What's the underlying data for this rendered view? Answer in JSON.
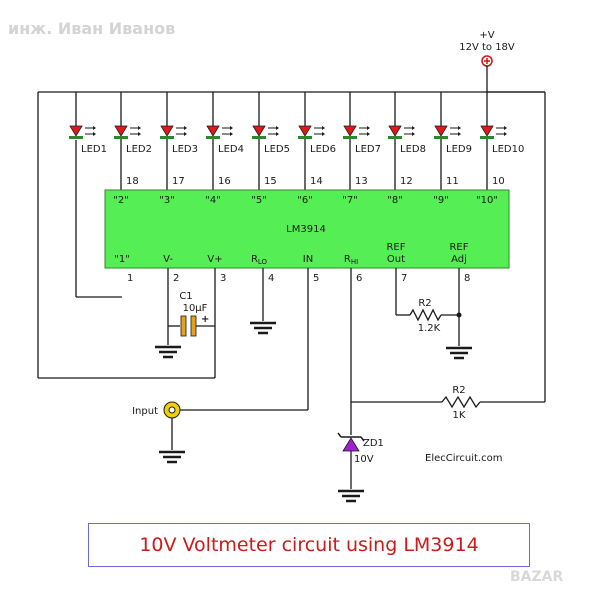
{
  "watermark": "инж. Иван Иванов",
  "power": {
    "label": "+V",
    "range": "12V to 18V"
  },
  "chip": {
    "name": "LM3914",
    "top_pins": [
      "18",
      "17",
      "16",
      "15",
      "14",
      "13",
      "12",
      "11",
      "10"
    ],
    "top_labels": [
      "\"2\"",
      "\"3\"",
      "\"4\"",
      "\"5\"",
      "\"6\"",
      "\"7\"",
      "\"8\"",
      "\"9\"",
      "\"10\""
    ],
    "bottom_pins": [
      "1",
      "2",
      "3",
      "4",
      "5",
      "6",
      "7",
      "8"
    ],
    "bottom_labels": {
      "p1": "\"1\"",
      "p2": "V-",
      "p3": "V+",
      "p4_main": "R",
      "p4_sub": "LO",
      "p5": "IN",
      "p6_main": "R",
      "p6_sub": "HI",
      "p7_top": "REF",
      "p7_bot": "Out",
      "p8_top": "REF",
      "p8_bot": "Adj"
    }
  },
  "leds": [
    "LED1",
    "LED2",
    "LED3",
    "LED4",
    "LED5",
    "LED6",
    "LED7",
    "LED8",
    "LED9",
    "LED10"
  ],
  "components": {
    "c1_name": "C1",
    "c1_value": "10µF",
    "c1_plus": "+",
    "r2a_name": "R2",
    "r2a_value": "1.2K",
    "r2b_name": "R2",
    "r2b_value": "1K",
    "zd_name": "ZD1",
    "zd_value": "10V",
    "input_label": "Input"
  },
  "site": "ElecCircuit.com",
  "caption": "10V Voltmeter circuit using LM3914",
  "brand_mark": "BAZAR",
  "colors": {
    "chip": "#55ee55",
    "led": "#e01818",
    "led_bar": "#2a8a2a",
    "capacitor": "#e6a21a",
    "diode": "#a020d0",
    "jack": "#f0d000",
    "caption": "#cc1a1a"
  }
}
